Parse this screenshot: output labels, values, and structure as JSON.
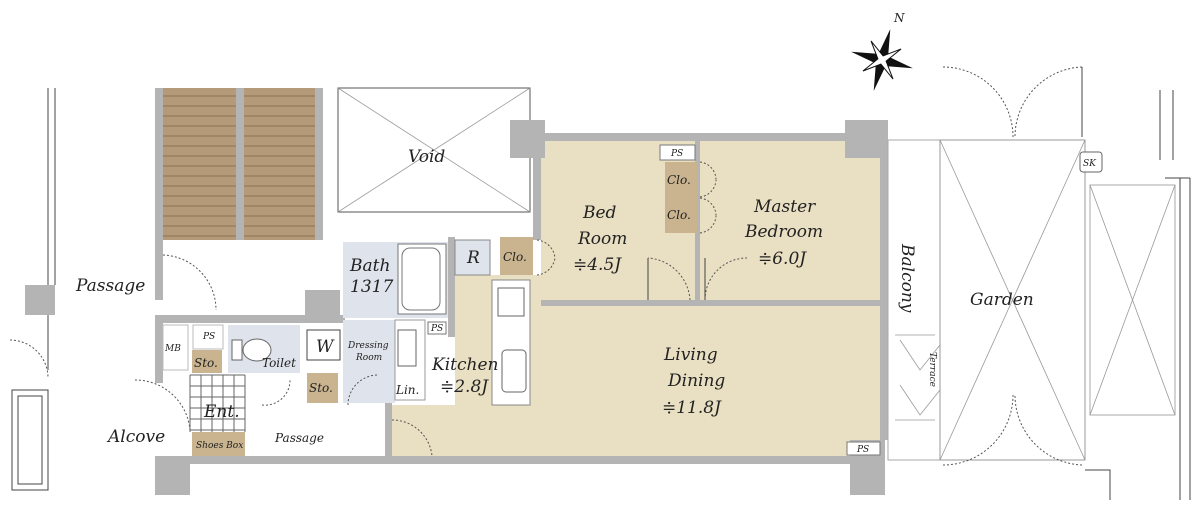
{
  "colors": {
    "floor": "#e9dfc2",
    "wet_area": "#dfe3eb",
    "storage": "#c9b48f",
    "wall": "#b4b4b4",
    "stairs": "#b49a78"
  },
  "compass": {
    "label": "N"
  },
  "rooms": {
    "void": "Void",
    "bedroom": {
      "line1": "Bed",
      "line2": "Room",
      "size": "≑4.5J"
    },
    "master": {
      "line1": "Master",
      "line2": "Bedroom",
      "size": "≑6.0J"
    },
    "living": {
      "line1": "Living",
      "line2": "Dining",
      "size": "≑11.8J"
    },
    "kitchen": {
      "line1": "Kitchen",
      "size": "≑2.8J"
    },
    "bath": {
      "line1": "Bath",
      "line2": "1317"
    },
    "dressing": {
      "line1": "Dressing",
      "line2": "Room"
    },
    "toilet": "Toilet",
    "entrance": "Ent.",
    "shoes_box": "Shoes Box",
    "passage_inner": "Passage",
    "passage_outer": "Passage",
    "alcove": "Alcove",
    "balcony": "Balcony",
    "terrace": "Terrace",
    "garden": "Garden"
  },
  "fixtures": {
    "closet1": "Clo.",
    "closet2": "Clo.",
    "closet3": "Clo.",
    "storage1": "Sto.",
    "storage2": "Sto.",
    "refrigerator": "R",
    "washer": "W",
    "linen": "Lin.",
    "ps_labels": [
      "PS",
      "PS",
      "PS",
      "PS"
    ],
    "mb": "MB",
    "sk": "SK"
  }
}
